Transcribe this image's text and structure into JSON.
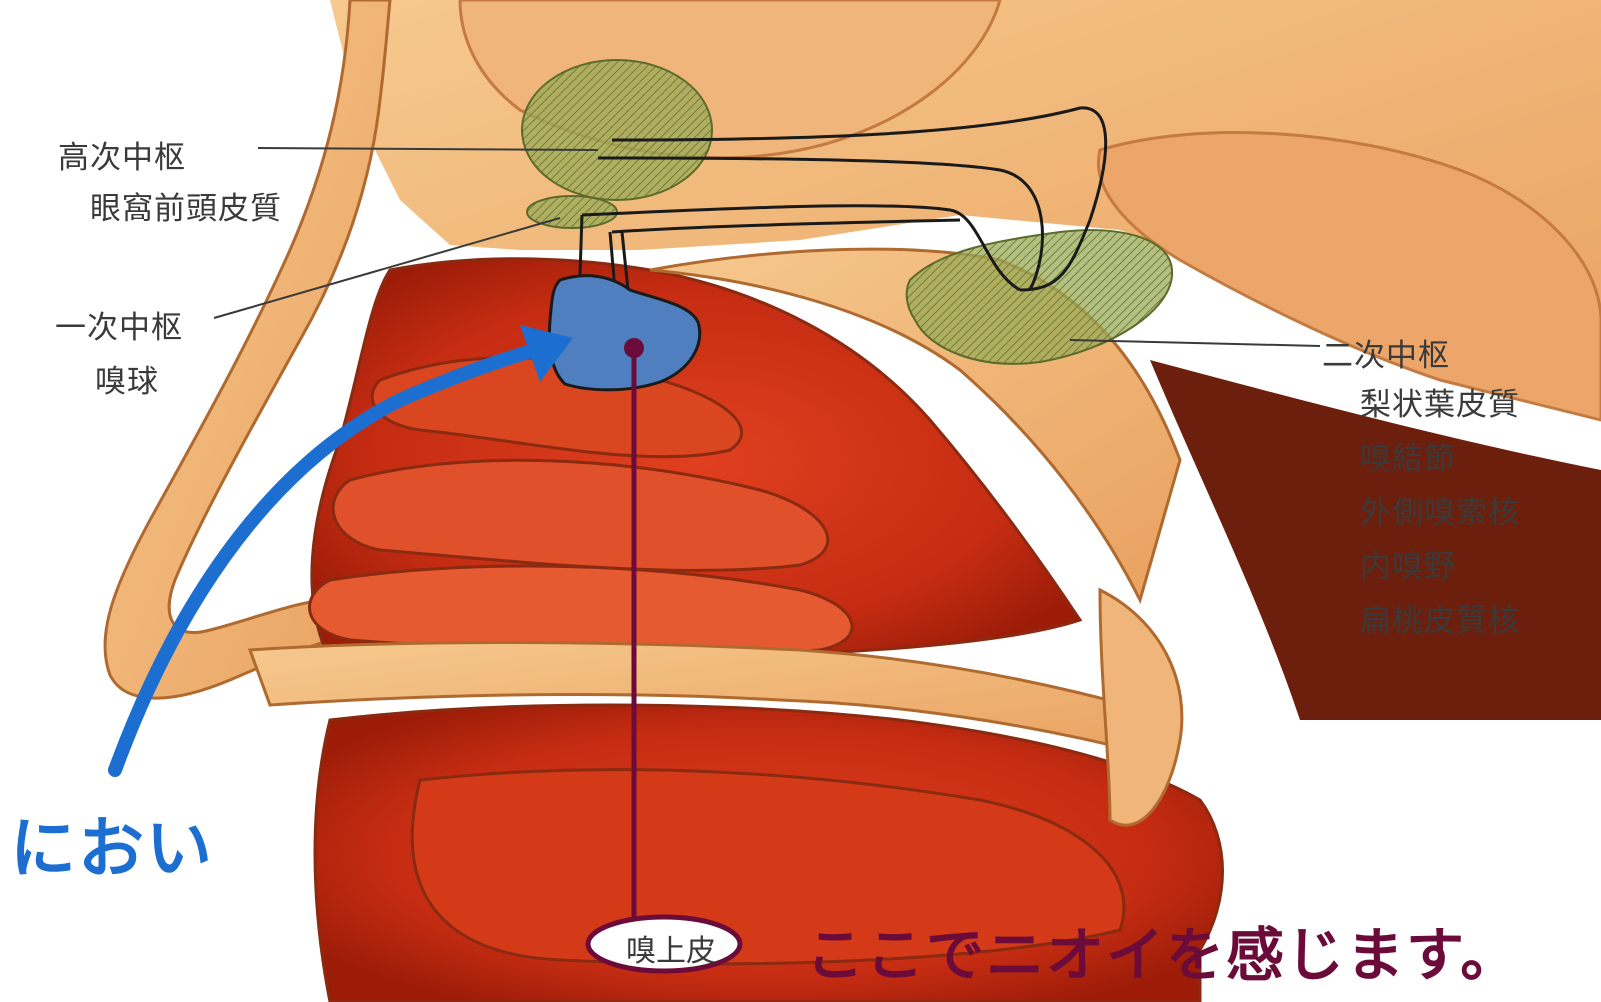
{
  "labels": {
    "higher_center": "高次中枢",
    "orbitofrontal": "眼窩前頭皮質",
    "primary_center": "一次中枢",
    "olfactory_bulb": "嗅球",
    "secondary_center": "二次中枢",
    "secondary_items": [
      "梨状葉皮質",
      "嗅結節",
      "外側嗅索核",
      "内嗅野",
      "扁桃皮質核"
    ],
    "olfactory_epithelium": "嗅上皮",
    "smell": "におい",
    "caption": "ここでニオイを感じます。"
  },
  "colors": {
    "smell_arrow": "#1c6fd0",
    "epithelium_region": "#4f7fbf",
    "pointer": "#6b0b3a",
    "center_region": "#8fa552"
  }
}
